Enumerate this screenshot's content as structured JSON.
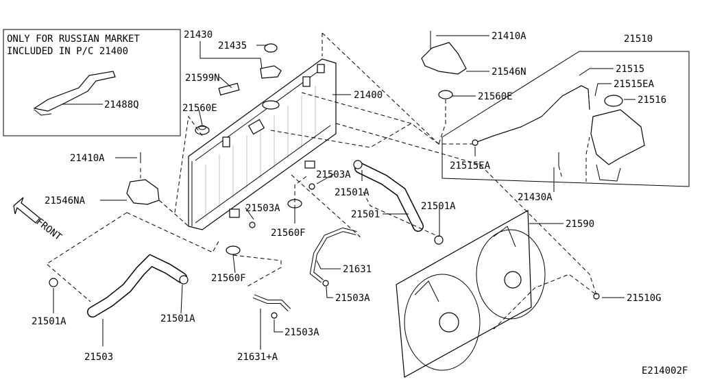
{
  "note": {
    "line1": "ONLY FOR RUSSIAN MARKET",
    "line2": "INCLUDED IN P/C 21400"
  },
  "direction_label": "FRONT",
  "diagram_code": "E214002F",
  "callouts": {
    "c21430": "21430",
    "c21435": "21435",
    "c21599N": "21599N",
    "c21560E_left": "21560E",
    "c21410A_left": "21410A",
    "c21546NA": "21546NA",
    "c21488Q": "21488Q",
    "c21400": "21400",
    "c21410A_top": "21410A",
    "c21546N": "21546N",
    "c21560E_top": "21560E",
    "c21510": "21510",
    "c21515": "21515",
    "c21515EA_right": "21515EA",
    "c21516": "21516",
    "c21515EA_left": "21515EA",
    "c21430A": "21430A",
    "c21503A_1": "21503A",
    "c21501A_mid": "21501A",
    "c21503A_2": "21503A",
    "c21501A_right": "21501A",
    "c21501": "21501",
    "c21560F_1": "21560F",
    "c21590": "21590",
    "c21631": "21631",
    "c21503A_3": "21503A",
    "c21560F_2": "21560F",
    "c21510G": "21510G",
    "c21501A_left": "21501A",
    "c21501A_bottom": "21501A",
    "c21503": "21503",
    "c21631A": "21631+A",
    "c21503A_4": "21503A"
  }
}
